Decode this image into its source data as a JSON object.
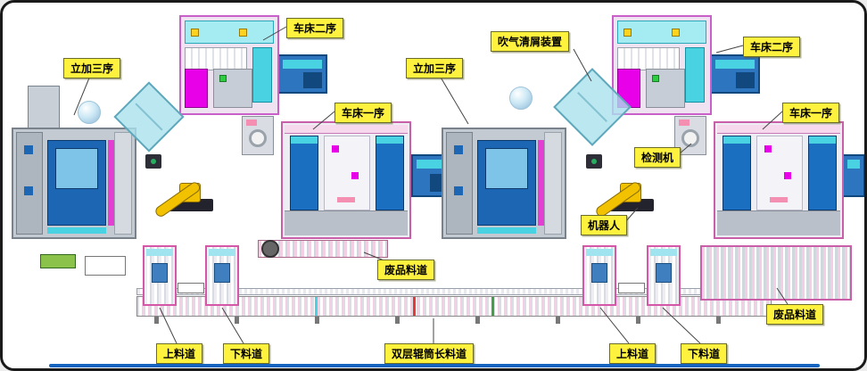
{
  "labels": {
    "lathe2_left": "车床二序",
    "vmc_left": "立加三序",
    "lathe1_left": "车床一序",
    "blow_device": "吹气清屑装置",
    "vmc_right": "立加三序",
    "lathe2_right": "车床二序",
    "lathe1_right": "车床一序",
    "detector": "检测机",
    "robot": "机器人",
    "scrap_left": "废品料道",
    "load_left": "上料道",
    "unload_left": "下料道",
    "long_conveyor": "双层辊筒长料道",
    "load_right": "上料道",
    "unload_right": "下料道",
    "scrap_right": "废品料道"
  },
  "colors": {
    "label_bg": "#FFF23F",
    "machine_magenta": "#E800E8",
    "machine_blue": "#1B6FC0",
    "cyan": "#49D2E2",
    "robot_yellow": "#F2C200",
    "conveyor_pink": "#F3CFE3",
    "bottom_line_blue": "#1565C0"
  }
}
